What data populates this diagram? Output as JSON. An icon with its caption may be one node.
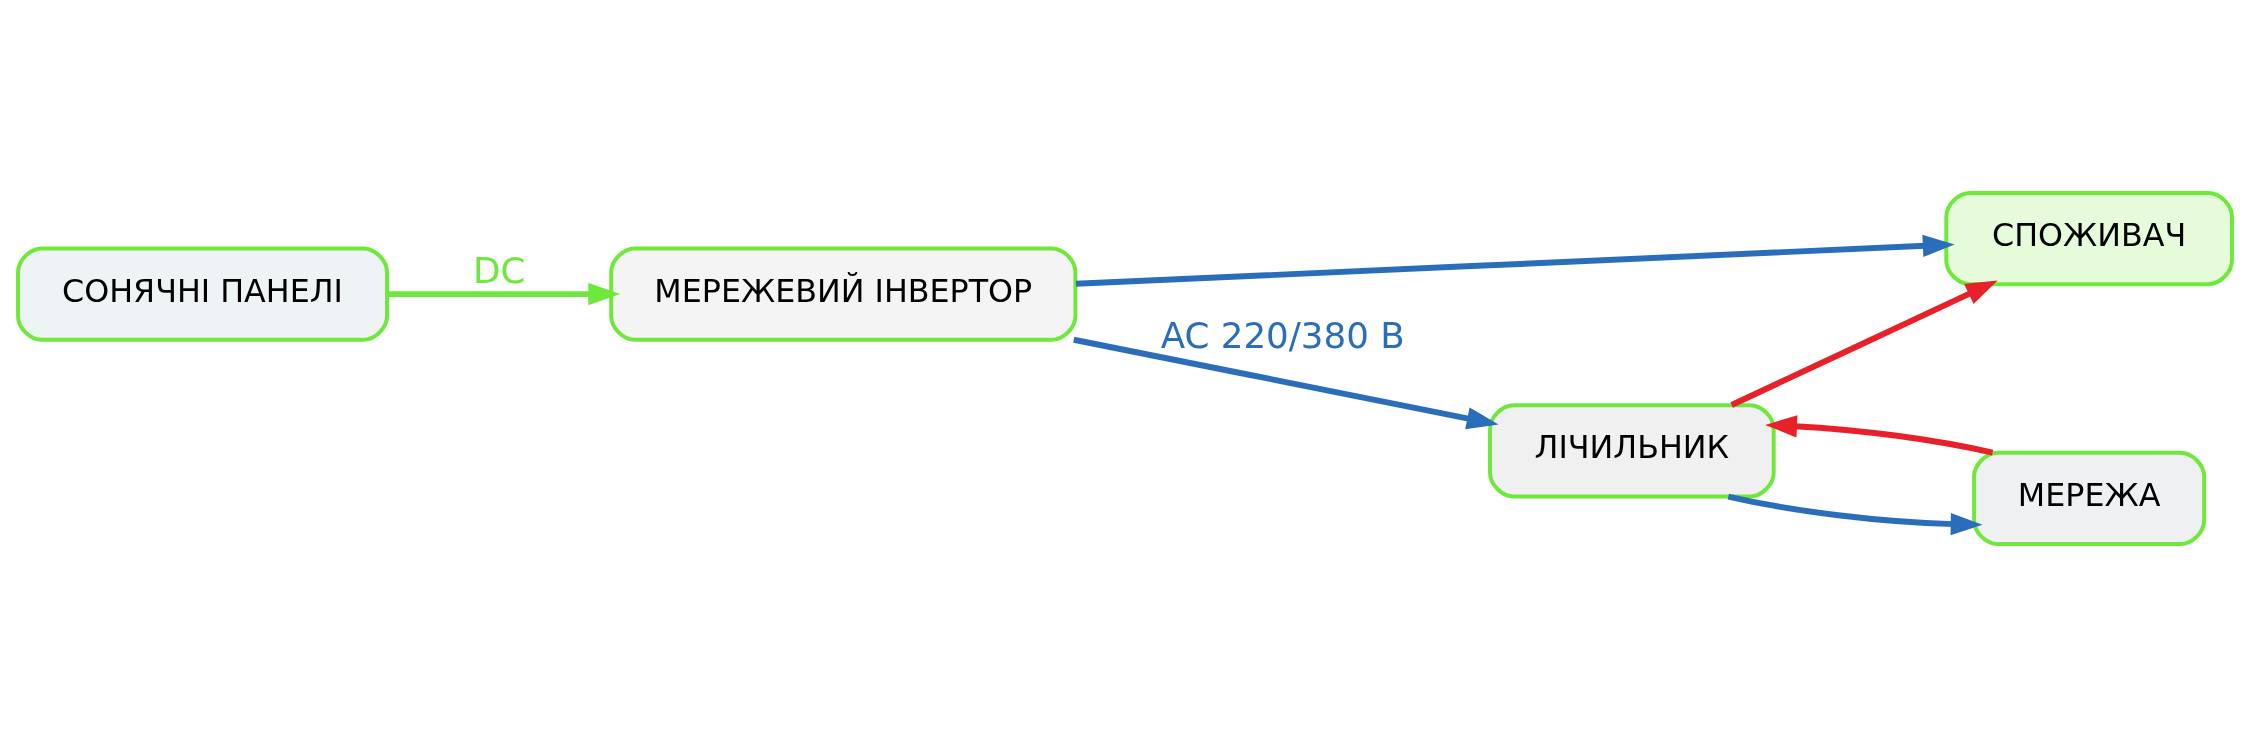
{
  "diagram": {
    "nodes": [
      {
        "text": [
          "СОНЯЧНІ ПАНЕЛІ"
        ]
      },
      {
        "text": [
          "СПОЖИВАЧ"
        ]
      },
      {
        "text": [
          "МЕРЕЖА"
        ]
      },
      {
        "text": [
          "МЕРЕЖЕВИЙ ІНВЕРТОР"
        ]
      },
      {
        "text": [
          "ЛІЧИЛЬНИК"
        ]
      }
    ],
    "edges": [
      {
        "from": 0,
        "to": 3,
        "arrow": "to",
        "label": "DC",
        "color": "#6ee83a"
      },
      {
        "from": 3,
        "to": 4,
        "arrow": "to",
        "label": "AC 220/380 В"
      },
      {
        "from": 3,
        "to": 1,
        "arrow": "to"
      },
      {
        "from": 4,
        "to": 1,
        "arrow": "to",
        "color": "#e8202a"
      },
      {
        "from": 4,
        "to": 2,
        "arrow": "to"
      },
      {
        "from": 2,
        "to": 4,
        "arrow": "to",
        "color": "#e8202a"
      }
    ]
  }
}
